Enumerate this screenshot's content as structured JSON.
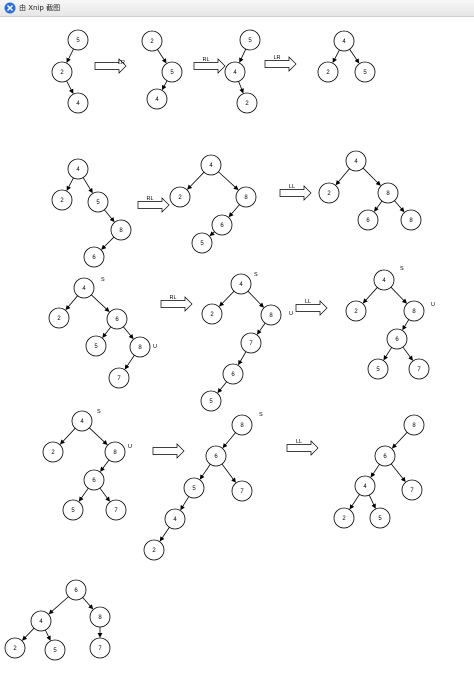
{
  "window": {
    "title": "由 Xnip 截图",
    "icon": "xnip-app-icon"
  },
  "diagram": {
    "nodes": [
      {
        "id": "a1",
        "label": "5"
      },
      {
        "id": "a2",
        "label": "2"
      },
      {
        "id": "a3",
        "label": "4"
      },
      {
        "id": "b1",
        "label": "2"
      },
      {
        "id": "b2",
        "label": "5"
      },
      {
        "id": "b3",
        "label": "4"
      },
      {
        "id": "c1",
        "label": "5"
      },
      {
        "id": "c2",
        "label": "4"
      },
      {
        "id": "c3",
        "label": "2"
      },
      {
        "id": "d1",
        "label": "4"
      },
      {
        "id": "d2",
        "label": "2"
      },
      {
        "id": "d3",
        "label": "5"
      },
      {
        "id": "e1",
        "label": "4"
      },
      {
        "id": "e2",
        "label": "2"
      },
      {
        "id": "e3",
        "label": "5"
      },
      {
        "id": "e4",
        "label": "8"
      },
      {
        "id": "e5",
        "label": "6"
      },
      {
        "id": "f1",
        "label": "4"
      },
      {
        "id": "f2",
        "label": "2"
      },
      {
        "id": "f3",
        "label": "8"
      },
      {
        "id": "f4",
        "label": "6"
      },
      {
        "id": "f5",
        "label": "5"
      },
      {
        "id": "g1",
        "label": "4"
      },
      {
        "id": "g2",
        "label": "2"
      },
      {
        "id": "g3",
        "label": "8"
      },
      {
        "id": "g4",
        "label": "6"
      },
      {
        "id": "g5",
        "label": "8"
      },
      {
        "id": "h1",
        "label": "4"
      },
      {
        "id": "h2",
        "label": "2"
      },
      {
        "id": "h3",
        "label": "6"
      },
      {
        "id": "h4",
        "label": "5"
      },
      {
        "id": "h5",
        "label": "8"
      },
      {
        "id": "h6",
        "label": "7"
      },
      {
        "id": "i1",
        "label": "4"
      },
      {
        "id": "i2",
        "label": "2"
      },
      {
        "id": "i3",
        "label": "8"
      },
      {
        "id": "i4",
        "label": "7"
      },
      {
        "id": "i5",
        "label": "6"
      },
      {
        "id": "i6",
        "label": "5"
      },
      {
        "id": "j1",
        "label": "4"
      },
      {
        "id": "j2",
        "label": "2"
      },
      {
        "id": "j3",
        "label": "8"
      },
      {
        "id": "j4",
        "label": "6"
      },
      {
        "id": "j5",
        "label": "5"
      },
      {
        "id": "j6",
        "label": "7"
      },
      {
        "id": "k1",
        "label": "4"
      },
      {
        "id": "k2",
        "label": "2"
      },
      {
        "id": "k3",
        "label": "8"
      },
      {
        "id": "k4",
        "label": "6"
      },
      {
        "id": "k5",
        "label": "5"
      },
      {
        "id": "k6",
        "label": "7"
      },
      {
        "id": "l1",
        "label": "8"
      },
      {
        "id": "l2",
        "label": "6"
      },
      {
        "id": "l3",
        "label": "5"
      },
      {
        "id": "l4",
        "label": "7"
      },
      {
        "id": "l5",
        "label": "4"
      },
      {
        "id": "l6",
        "label": "2"
      },
      {
        "id": "m1",
        "label": "8"
      },
      {
        "id": "m2",
        "label": "6"
      },
      {
        "id": "m3",
        "label": "4"
      },
      {
        "id": "m4",
        "label": "7"
      },
      {
        "id": "m5",
        "label": "2"
      },
      {
        "id": "m6",
        "label": "5"
      },
      {
        "id": "n1",
        "label": "6"
      },
      {
        "id": "n2",
        "label": "4"
      },
      {
        "id": "n3",
        "label": "8"
      },
      {
        "id": "n4",
        "label": "2"
      },
      {
        "id": "n5",
        "label": "5"
      },
      {
        "id": "n6",
        "label": "7"
      }
    ],
    "edges": [
      [
        "a1",
        "a2"
      ],
      [
        "a2",
        "a3"
      ],
      [
        "b1",
        "b2"
      ],
      [
        "b2",
        "b3"
      ],
      [
        "c1",
        "c2"
      ],
      [
        "c2",
        "c3"
      ],
      [
        "d1",
        "d2"
      ],
      [
        "d1",
        "d3"
      ],
      [
        "e1",
        "e2"
      ],
      [
        "e1",
        "e3"
      ],
      [
        "e3",
        "e4"
      ],
      [
        "e4",
        "e5"
      ],
      [
        "f1",
        "f2"
      ],
      [
        "f1",
        "f3"
      ],
      [
        "f3",
        "f4"
      ],
      [
        "f4",
        "f5"
      ],
      [
        "g1",
        "g2"
      ],
      [
        "g1",
        "g3"
      ],
      [
        "g3",
        "g4"
      ],
      [
        "g3",
        "g5"
      ],
      [
        "h1",
        "h2"
      ],
      [
        "h1",
        "h3"
      ],
      [
        "h3",
        "h4"
      ],
      [
        "h3",
        "h5"
      ],
      [
        "h5",
        "h6"
      ],
      [
        "i1",
        "i2"
      ],
      [
        "i1",
        "i3"
      ],
      [
        "i3",
        "i4"
      ],
      [
        "i4",
        "i5"
      ],
      [
        "i5",
        "i6"
      ],
      [
        "j1",
        "j2"
      ],
      [
        "j1",
        "j3"
      ],
      [
        "j3",
        "j4"
      ],
      [
        "j4",
        "j5"
      ],
      [
        "j4",
        "j6"
      ],
      [
        "k1",
        "k2"
      ],
      [
        "k1",
        "k3"
      ],
      [
        "k3",
        "k4"
      ],
      [
        "k4",
        "k5"
      ],
      [
        "k4",
        "k6"
      ],
      [
        "l1",
        "l2"
      ],
      [
        "l2",
        "l3"
      ],
      [
        "l2",
        "l4"
      ],
      [
        "l3",
        "l5"
      ],
      [
        "l5",
        "l6"
      ],
      [
        "m1",
        "m2"
      ],
      [
        "m2",
        "m3"
      ],
      [
        "m2",
        "m4"
      ],
      [
        "m3",
        "m5"
      ],
      [
        "m3",
        "m6"
      ],
      [
        "n1",
        "n2"
      ],
      [
        "n1",
        "n3"
      ],
      [
        "n2",
        "n4"
      ],
      [
        "n2",
        "n5"
      ],
      [
        "n3",
        "n6"
      ]
    ],
    "arrows": [
      {
        "id": "ar1",
        "label": ""
      },
      {
        "id": "ar2",
        "label": "RL"
      },
      {
        "id": "ar3",
        "label": "LR"
      },
      {
        "id": "ar4",
        "label": "RL"
      },
      {
        "id": "ar5",
        "label": "LL"
      },
      {
        "id": "ar6",
        "label": "RL"
      },
      {
        "id": "ar7",
        "label": "LL"
      },
      {
        "id": "ar8",
        "label": ""
      },
      {
        "id": "ar9",
        "label": "LL"
      }
    ],
    "annotations": [
      {
        "id": "t1",
        "text": "LR"
      },
      {
        "id": "t2",
        "text": "S"
      },
      {
        "id": "t3",
        "text": "U"
      },
      {
        "id": "t4",
        "text": "S"
      },
      {
        "id": "t5",
        "text": "U"
      },
      {
        "id": "t6",
        "text": "S"
      },
      {
        "id": "t7",
        "text": "U"
      },
      {
        "id": "t8",
        "text": "S"
      },
      {
        "id": "t9",
        "text": "U"
      },
      {
        "id": "t10",
        "text": "S"
      }
    ]
  }
}
